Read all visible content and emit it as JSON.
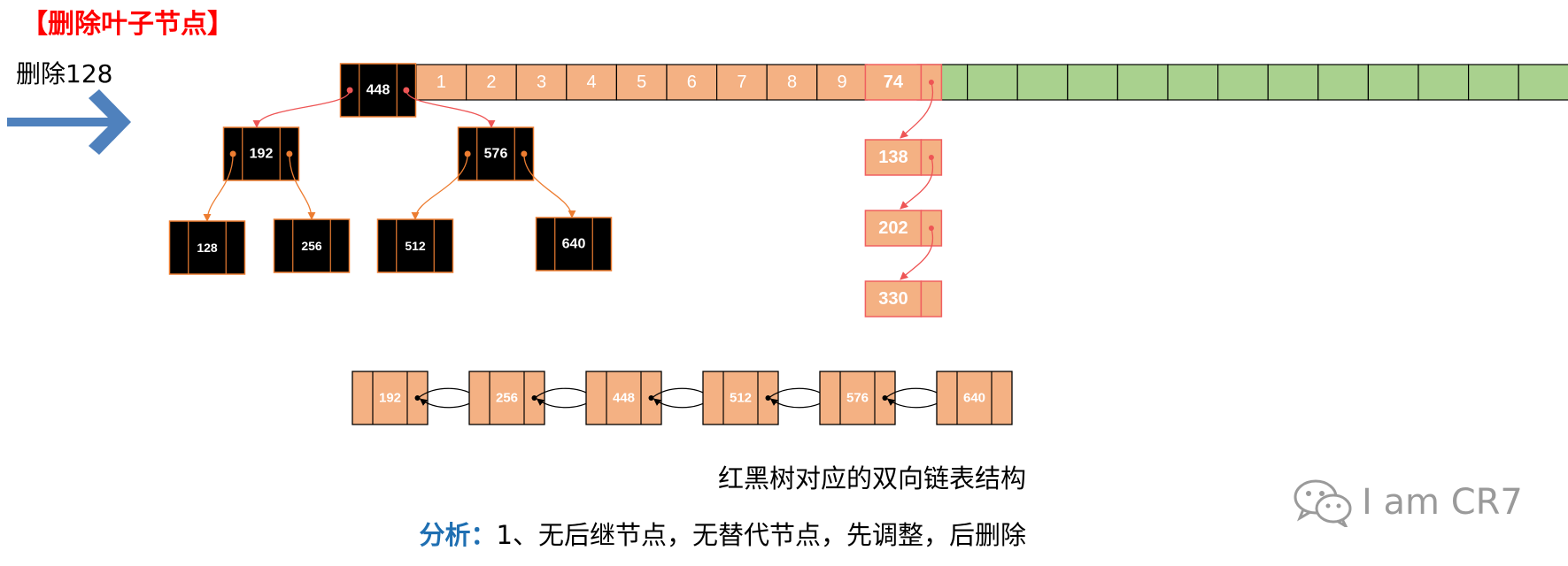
{
  "header": {
    "title": "【删除叶子节点】",
    "action": "删除128"
  },
  "array": {
    "slots": [
      "1",
      "2",
      "3",
      "4",
      "5",
      "6",
      "7",
      "8",
      "9",
      "74",
      "",
      "",
      "",
      "",
      "",
      "",
      "",
      "",
      "",
      "",
      "",
      "",
      "",
      ""
    ],
    "bucket_index": 9
  },
  "bucket_chain": [
    "74",
    "138",
    "202",
    "330"
  ],
  "tree": {
    "root": "448",
    "level1": [
      "192",
      "576"
    ],
    "leaves": [
      "128",
      "256",
      "512",
      "640"
    ]
  },
  "linked_list": [
    "192",
    "256",
    "448",
    "512",
    "576",
    "640"
  ],
  "caption": "红黑树对应的双向链表结构",
  "analysis": {
    "label": "分析：",
    "text": "1、无后继节点，无替代节点，先调整，后删除"
  },
  "watermark": {
    "text": "I am CR7",
    "icon": "wechat-icon"
  },
  "colors": {
    "orange_fill": "#f4b183",
    "green_fill": "#a9d18e",
    "red_border": "#f06060",
    "tree_node": "#000000",
    "arrow_blue": "#4f81bd",
    "orange_pointer": "#ed7d31",
    "red_pointer": "#ee5555",
    "title_red": "#ff0000",
    "label_blue": "#1f6fb2"
  }
}
